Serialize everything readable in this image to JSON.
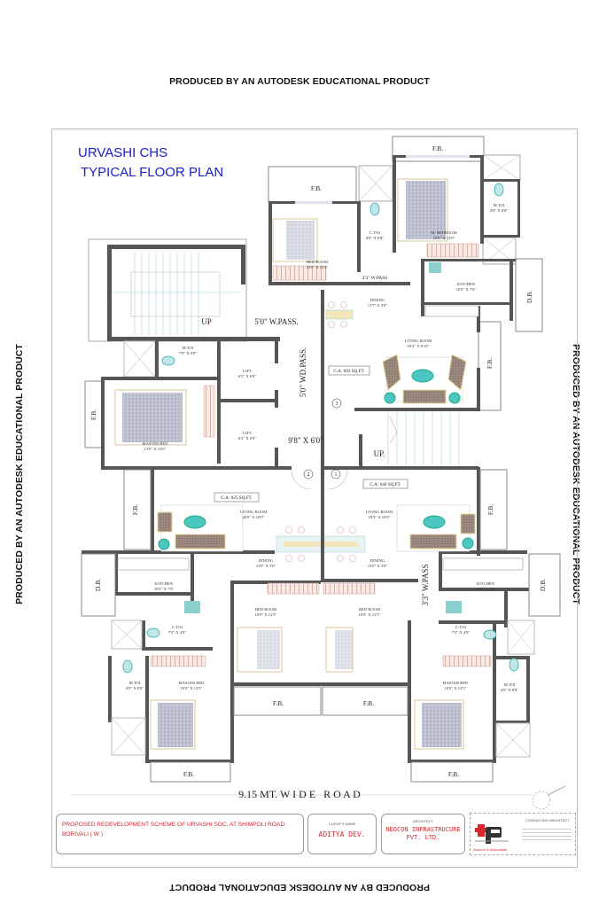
{
  "watermarks": {
    "top": "PRODUCED BY AN AUTODESK EDUCATIONAL PRODUCT",
    "left": "PRODUCED BY AN AUTODESK EDUCATIONAL PRODUCT",
    "right": "PRODUCED BY AN AUTODESK EDUCATIONAL PRODUCT",
    "bottom": "PRODUCED BY AN AUTODESK EDUCATIONAL PRODUCT"
  },
  "title": {
    "line1": "URVASHI CHS",
    "line2": "TYPICAL FLOOR PLAN",
    "color": "#1a20c8"
  },
  "road_label": "9.15 MT. W I D E   R O A D",
  "common": {
    "stair_up_1": "UP",
    "stair_up_2": "UP.",
    "w_pass": "5'0\" W.PASS.",
    "wd_pass": "5'0\" WD.PASS.",
    "lobby": "9'8\" X 6'0\"",
    "w_pass_3": "3'3\" W.PASS",
    "w_pass_3b": "3'3\" W.PASS",
    "lift1_name": "LIFT",
    "lift1_size": "6'2\" X 6'9\"",
    "lift2_name": "LIFT",
    "lift2_size": "6'2\" X 6'9\"",
    "flat_numbers": [
      "1",
      "2",
      "3"
    ]
  },
  "flat3": {
    "carpet_area": "C.A: 602 SQ.FT.",
    "rooms": {
      "bedroom": {
        "name": "BED ROOM",
        "size": "10'0\" X 10'4\""
      },
      "ctoi": {
        "name": "C.TOI",
        "size": "4'0\" X 6'8\""
      },
      "mbedroom": {
        "name": "M. BEDROOM",
        "size": "10'0\" X 12'0\""
      },
      "mtoi": {
        "name": "M.TOI",
        "size": "4'0\" X 6'8\""
      },
      "kitchen": {
        "name": "KITCHEN",
        "size": "10'0\" X 7'6\""
      },
      "dining": {
        "name": "DINING",
        "size": "11'7\" X 3'8\""
      },
      "living": {
        "name": "LIVING ROOM",
        "size": "18'2\" X 9'10\""
      },
      "fb1": "F.B.",
      "fb2": "F.B.",
      "fb3": "F.B.",
      "db": "D.B."
    }
  },
  "flat2": {
    "carpet_area": "C.A: 825 SQ.FT.",
    "rooms": {
      "mtoi_top": {
        "name": "M.TOI",
        "size": "7'0\" X 4'0\""
      },
      "master_top": {
        "name": "MASTER BED",
        "size": "13'9\" X 10'0\""
      },
      "living": {
        "name": "LIVING ROOM",
        "size": "20'0\" X 10'0\""
      },
      "dining": {
        "name": "DINING",
        "size": "13'0\" X 3'0\""
      },
      "kitchen": {
        "name": "KITCHEN",
        "size": "10'0\" X 7'0\""
      },
      "ctoi": {
        "name": "C.TOI",
        "size": "7'2\" X 4'0\""
      },
      "bedroom": {
        "name": "BED ROOM",
        "size": "10'0\" X 12'5\""
      },
      "mtoi": {
        "name": "M.TOI",
        "size": "4'0\" X 8'0\""
      },
      "master": {
        "name": "MASTER BED",
        "size": "10'0\" X 12'5\""
      },
      "fb_a": "F.B.",
      "fb_b": "F.B.",
      "fb_c": "F.B.",
      "fb_d": "F.B.",
      "db": "D.B."
    }
  },
  "flat1": {
    "carpet_area": "C.A: 640 SQ.FT.",
    "rooms": {
      "living": {
        "name": "LIVING ROOM",
        "size": "19'3\" X 10'0\""
      },
      "dining": {
        "name": "DINING",
        "size": "13'0\" X 3'0\""
      },
      "kitchen": {
        "name": "KITCHEN",
        "size": "10'3\" X 7'0\""
      },
      "ctoi": {
        "name": "C.TOI",
        "size": "7'2\" X 4'0\""
      },
      "bedroom": {
        "name": "BED ROOM",
        "size": "10'0\" X 12'5\""
      },
      "mtoi": {
        "name": "M.TOI",
        "size": "4'0\" X 8'0\""
      },
      "master": {
        "name": "MASTER BED",
        "size": "10'0\" X 12'5\""
      },
      "fb_a": "F.B.",
      "fb_b": "F.B.",
      "fb_c": "F.B.",
      "db": "D.B."
    }
  },
  "title_block": {
    "project": "PROPOSED REDEVELOPMENT SCHEME OF URVASHI SOC. AT SHIMPOLI ROAD BORIVALI ( W )",
    "client_label": "CLIENT'S NAME",
    "client": "ADITYA DEV.",
    "architect_label": "ARCHITECT",
    "architect": "NEOCON INFRASTRUCURE PVT. LTD.",
    "consultant_label": "CONSULTING ARCHITECT",
    "firm_caption": "Sumeru & Associates",
    "accent": "#d8262e"
  }
}
